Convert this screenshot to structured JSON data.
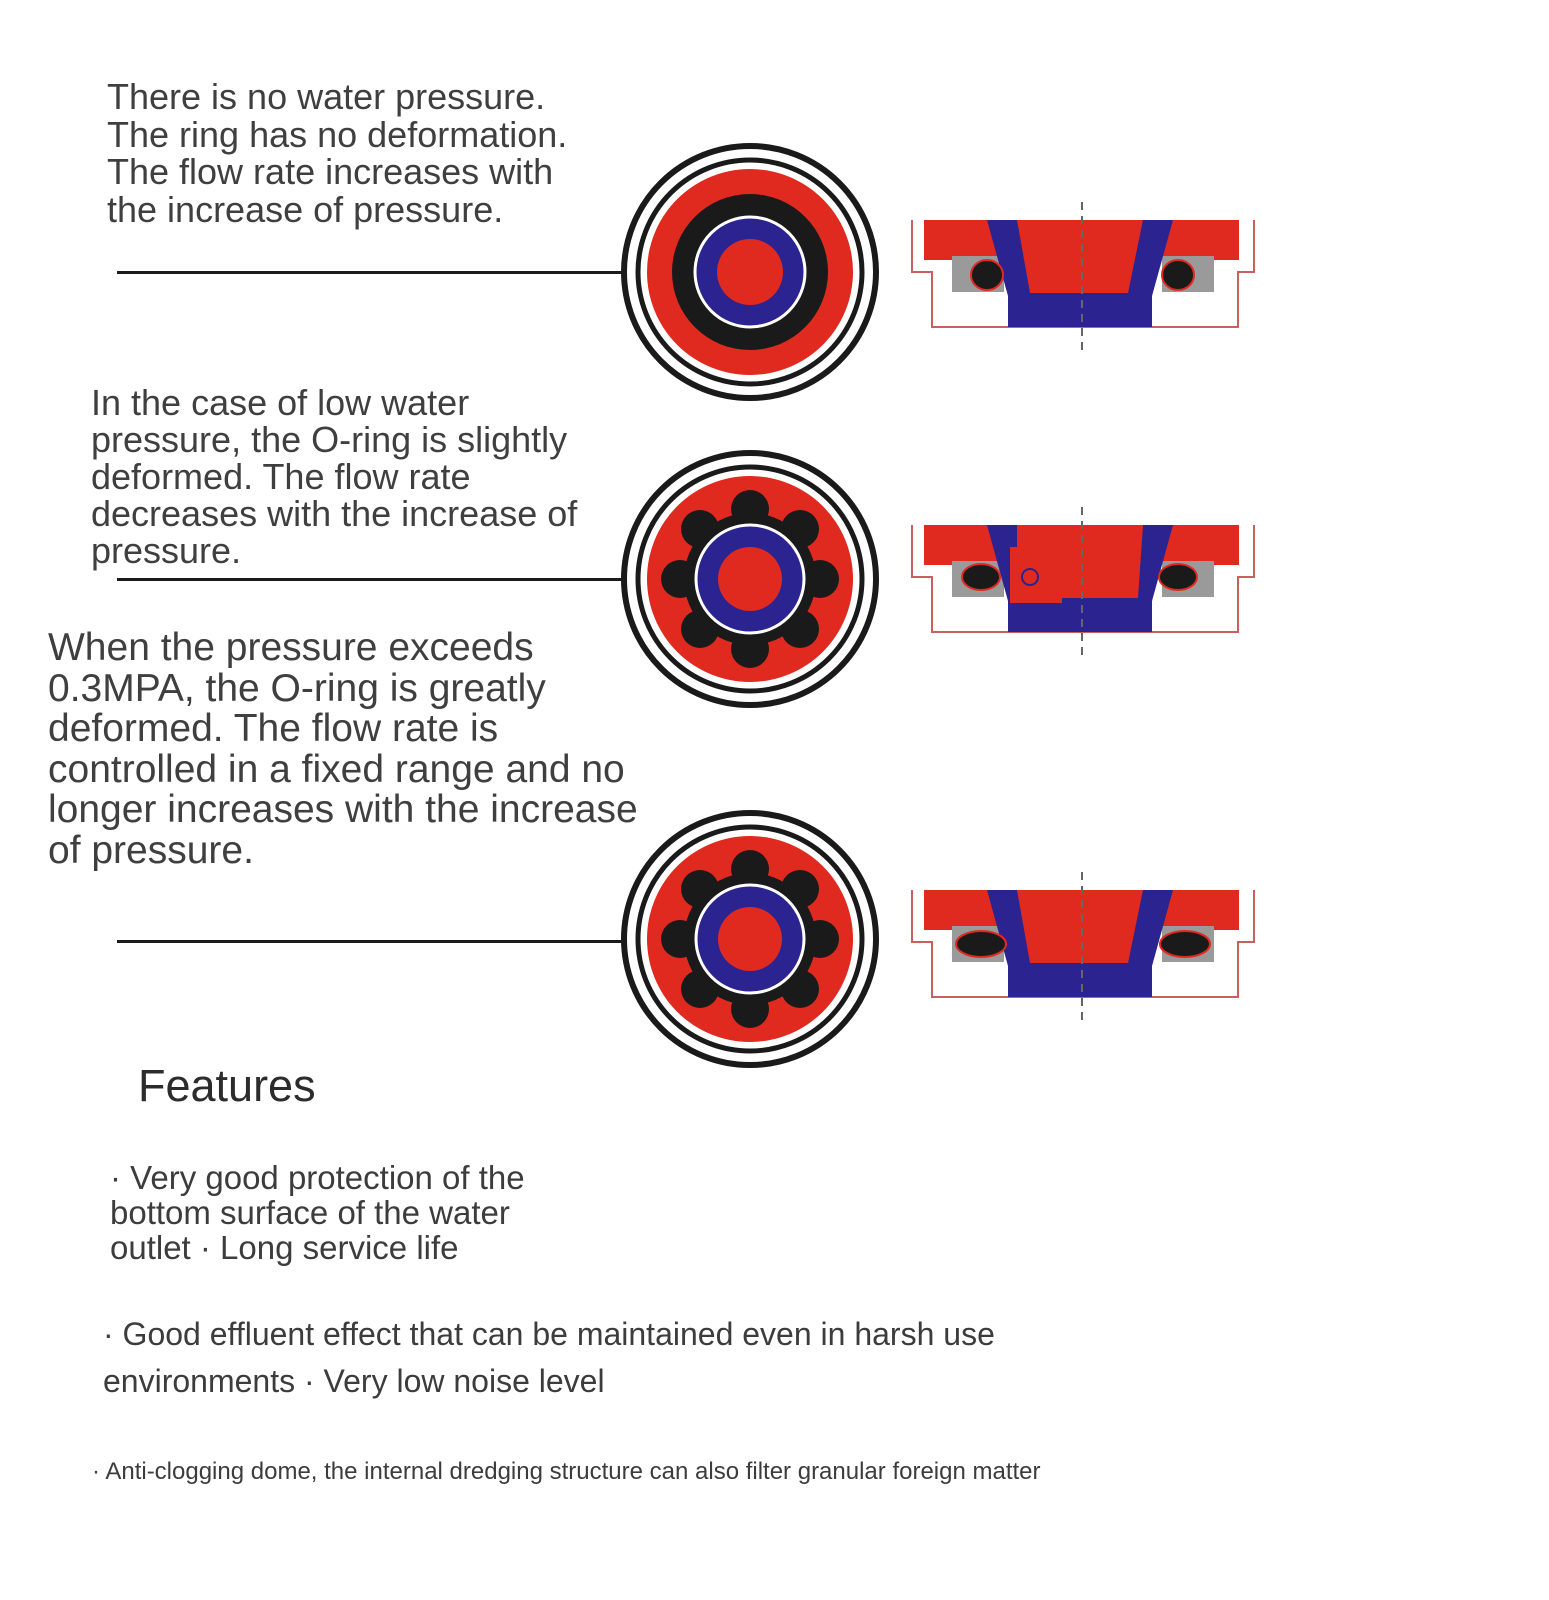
{
  "stages": [
    {
      "description": "There is no water pressure.\nThe ring has no deformation.\nThe flow rate increases with\nthe increase of pressure."
    },
    {
      "description": "In the case of low water\npressure, the O-ring is slightly\ndeformed. The flow rate\ndecreases with the increase of\npressure."
    },
    {
      "description": "When the pressure exceeds\n0.3MPA, the O-ring is greatly\ndeformed. The flow rate is\ncontrolled in a fixed range and no\nlonger increases with the increase\nof pressure."
    }
  ],
  "features": {
    "title": "Features",
    "items": [
      "· Very good protection of the bottom surface of the water outlet · Long service life",
      "· Good effluent effect that can be maintained even in harsh use environments · Very low noise level",
      "· Anti-clogging dome, the internal dredging structure can also filter granular foreign matter"
    ]
  },
  "colors": {
    "red": "#e02a20",
    "blue": "#2a2390",
    "black": "#1a1a1a",
    "gray": "#9a9a9a",
    "outline": "#c86060"
  }
}
